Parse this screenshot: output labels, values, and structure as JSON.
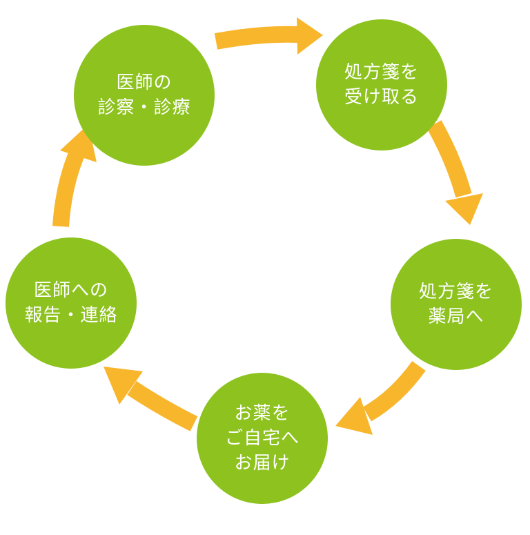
{
  "colors": {
    "node_fill": "#8dc21f",
    "node_text": "#ffffff",
    "arrow": "#f8b62d",
    "background": "#ffffff"
  },
  "cycle": {
    "steps": [
      {
        "lines": [
          "医師の",
          "診察・診療"
        ]
      },
      {
        "lines": [
          "処方箋を",
          "受け取る"
        ]
      },
      {
        "lines": [
          "処方箋を",
          "薬局へ"
        ]
      },
      {
        "lines": [
          "お薬を",
          "ご自宅へ",
          "お届け"
        ]
      },
      {
        "lines": [
          "医師への",
          "報告・連絡"
        ]
      }
    ],
    "arrow_count": 5
  }
}
